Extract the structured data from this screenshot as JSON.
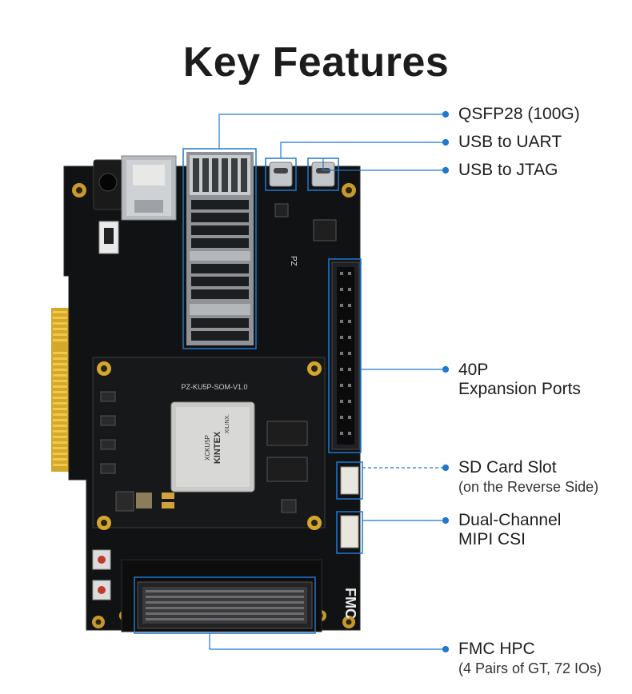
{
  "title": "Key Features",
  "accent": "#1f78d1",
  "features": [
    {
      "label": "QSFP28 (100G)"
    },
    {
      "label": "USB to UART"
    },
    {
      "label": "USB to JTAG"
    },
    {
      "label": "40P",
      "sub": "Expansion Ports"
    },
    {
      "label": "SD Card Slot",
      "sub": "(on the Reverse Side)"
    },
    {
      "label": "Dual-Channel",
      "sub": "MIPI CSI"
    },
    {
      "label": "FMC HPC",
      "sub": "(4 Pairs of GT, 72 IOs)"
    }
  ],
  "board": {
    "chip_brand": "XILINX.",
    "chip_family": "KINTEX",
    "chip_model": "XCKU5P",
    "som_label": "PZ-KU5P-SOM-V1.0",
    "fmc_logo": "FMC",
    "vendor_mark": "PZ"
  }
}
